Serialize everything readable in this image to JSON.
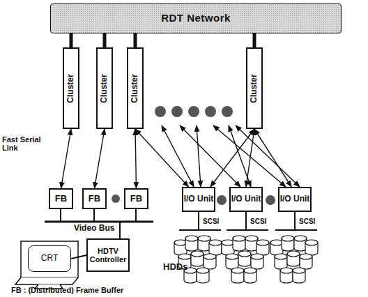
{
  "diagram": {
    "nodes": [
      {
        "text": [
          "RDT Network"
        ]
      },
      {
        "text": [
          "Cluster"
        ]
      },
      {
        "text": [
          "Cluster"
        ]
      },
      {
        "text": [
          "Cluster"
        ]
      },
      {
        "text": [
          "Cluster"
        ]
      },
      {
        "text": [
          "FB"
        ]
      },
      {
        "text": [
          "FB"
        ]
      },
      {
        "text": [
          "FB"
        ]
      },
      {
        "text": [
          "I/O Unit"
        ]
      },
      {
        "text": [
          "I/O Unit"
        ]
      },
      {
        "text": [
          "I/O Unit"
        ]
      },
      {
        "text": [
          "HDTV Controller"
        ]
      },
      {
        "text": [
          "CRT"
        ]
      }
    ],
    "edges": [
      {
        "from": 1,
        "to": 0,
        "arrow": "none"
      },
      {
        "from": 2,
        "to": 0,
        "arrow": "none"
      },
      {
        "from": 3,
        "to": 0,
        "arrow": "none"
      },
      {
        "from": 4,
        "to": 0,
        "arrow": "none"
      },
      {
        "from": 1,
        "to": 5,
        "arrow": "both"
      },
      {
        "from": 2,
        "to": 6,
        "arrow": "both"
      },
      {
        "from": 3,
        "to": 7,
        "arrow": "both"
      },
      {
        "from": 3,
        "to": 8,
        "arrow": "both"
      },
      {
        "from": 4,
        "to": 8,
        "arrow": "both"
      },
      {
        "from": 4,
        "to": 9,
        "arrow": "both"
      },
      {
        "from": 4,
        "to": 10,
        "arrow": "both"
      },
      {
        "from": 11,
        "to": 12,
        "arrow": "none"
      }
    ],
    "labels": [
      "Fast Serial Link",
      "Video Bus",
      "SCSI",
      "SCSI",
      "SCSI",
      "HDDs",
      "FB : (Distributed) Frame Buffer"
    ]
  }
}
